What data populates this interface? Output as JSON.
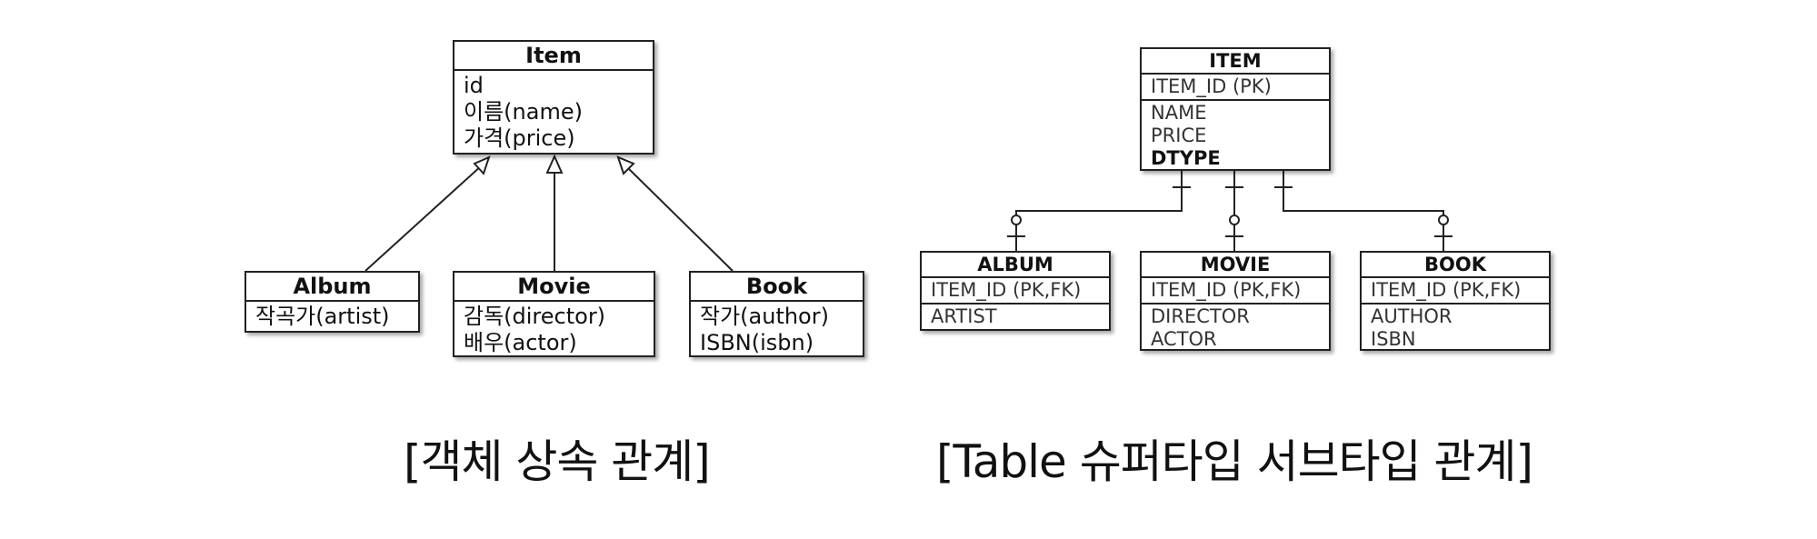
{
  "object_model": {
    "item": {
      "title": "Item",
      "fields": [
        "id",
        "이름(name)",
        "가격(price)"
      ]
    },
    "album": {
      "title": "Album",
      "fields": [
        "작곡가(artist)"
      ]
    },
    "movie": {
      "title": "Movie",
      "fields": [
        "감독(director)",
        "배우(actor)"
      ]
    },
    "book": {
      "title": "Book",
      "fields": [
        "작가(author)",
        "ISBN(isbn)"
      ]
    },
    "caption": "[객체 상속 관계]"
  },
  "table_model": {
    "item": {
      "title": "ITEM",
      "pk": "ITEM_ID (PK)",
      "cols": [
        "NAME",
        "PRICE",
        "DTYPE"
      ]
    },
    "album": {
      "title": "ALBUM",
      "pk": "ITEM_ID (PK,FK)",
      "cols": [
        "ARTIST"
      ]
    },
    "movie": {
      "title": "MOVIE",
      "pk": "ITEM_ID (PK,FK)",
      "cols": [
        "DIRECTOR",
        "ACTOR"
      ]
    },
    "book": {
      "title": "BOOK",
      "pk": "ITEM_ID (PK,FK)",
      "cols": [
        "AUTHOR",
        "ISBN"
      ]
    },
    "caption": "[Table 슈퍼타입 서브타입 관계]"
  }
}
